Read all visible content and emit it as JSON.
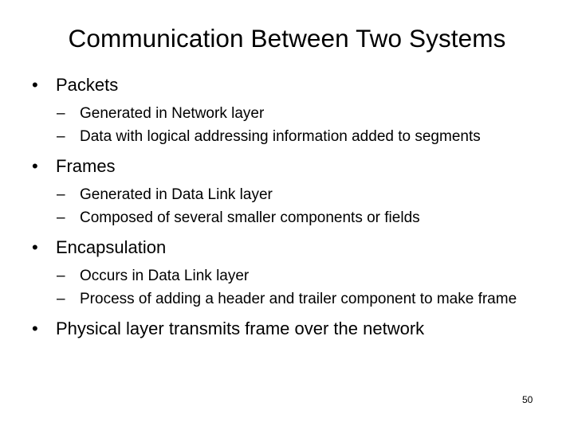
{
  "slide": {
    "title": "Communication Between Two Systems",
    "number": "50",
    "bullet_marker_l1": "•",
    "bullet_marker_l2": "–",
    "colors": {
      "background": "#ffffff",
      "text": "#000000"
    },
    "content": [
      {
        "label": "Packets",
        "subitems": [
          "Generated in Network layer",
          "Data with logical addressing information added to segments"
        ]
      },
      {
        "label": "Frames",
        "subitems": [
          "Generated in Data Link layer",
          "Composed of several smaller components or fields"
        ]
      },
      {
        "label": "Encapsulation",
        "subitems": [
          "Occurs in Data Link layer",
          "Process of adding a header and trailer component to make frame"
        ]
      },
      {
        "label": "Physical layer transmits frame over the network",
        "subitems": []
      }
    ]
  }
}
